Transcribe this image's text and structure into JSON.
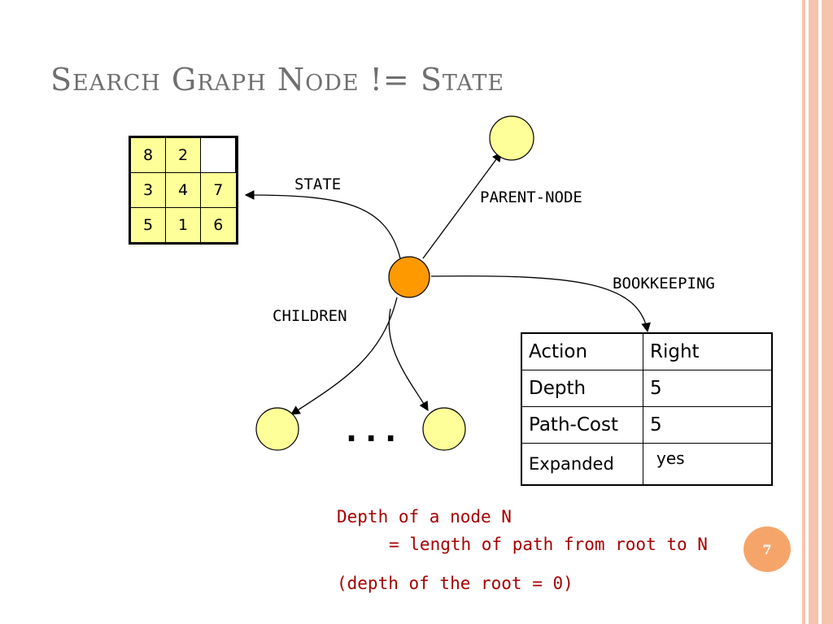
{
  "slide": {
    "title": "Search Graph Node != State",
    "page_number": "7"
  },
  "puzzle": {
    "rows": [
      [
        "8",
        "2",
        ""
      ],
      [
        "3",
        "4",
        "7"
      ],
      [
        "5",
        "1",
        "6"
      ]
    ]
  },
  "labels": {
    "state": "STATE",
    "parent_node": "PARENT-NODE",
    "bookkeeping": "BOOKKEEPING",
    "children": "CHILDREN",
    "ellipsis": "..."
  },
  "bookkeeping_table": {
    "rows": [
      {
        "key": "Action",
        "value": "Right"
      },
      {
        "key": "Depth",
        "value": "5"
      },
      {
        "key": "Path-Cost",
        "value": "5"
      },
      {
        "key": "Expanded",
        "value": "yes"
      }
    ]
  },
  "notes": {
    "line1": "Depth of a node N",
    "line2": "= length of path from root to N",
    "line3": "(depth of the root = 0)"
  },
  "colors": {
    "current_node": "#ff9900",
    "other_nodes": "#ffff99",
    "note_text": "#a60000",
    "accent": "#f6a56a"
  }
}
